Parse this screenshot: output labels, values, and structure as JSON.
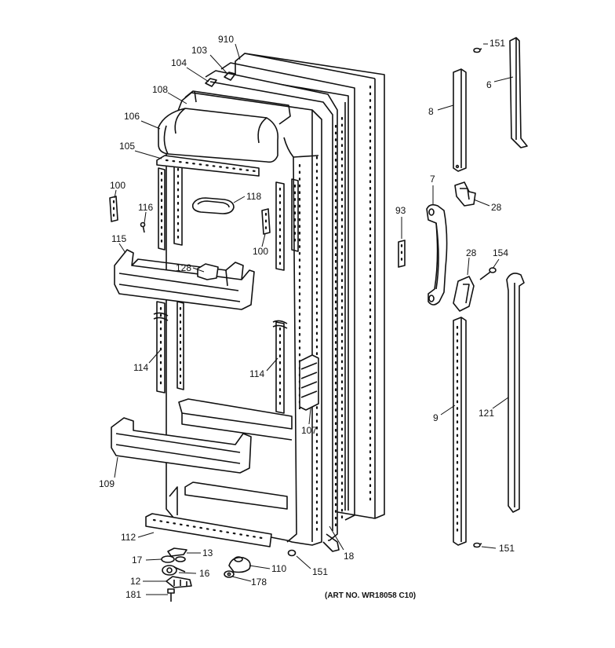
{
  "art_number": "(ART NO. WR18058 C10)",
  "callouts": {
    "c910": "910",
    "c103": "103",
    "c104": "104",
    "c108": "108",
    "c106": "106",
    "c105": "105",
    "c100a": "100",
    "c116": "116",
    "c118": "118",
    "c100b": "100",
    "c115": "115",
    "c128a": "128",
    "c114a": "114",
    "c114b": "114",
    "c107": "107",
    "c109": "109",
    "c112": "112",
    "c13": "13",
    "c17": "17",
    "c16": "16",
    "c12": "12",
    "c181": "181",
    "c110": "110",
    "c178": "178",
    "c151a": "151",
    "c18": "18",
    "c93": "93",
    "c151b": "151",
    "c6": "6",
    "c8": "8",
    "c28a": "28",
    "c7": "7",
    "c28b": "28",
    "c154": "154",
    "c9": "9",
    "c121": "121",
    "c151c": "151"
  }
}
